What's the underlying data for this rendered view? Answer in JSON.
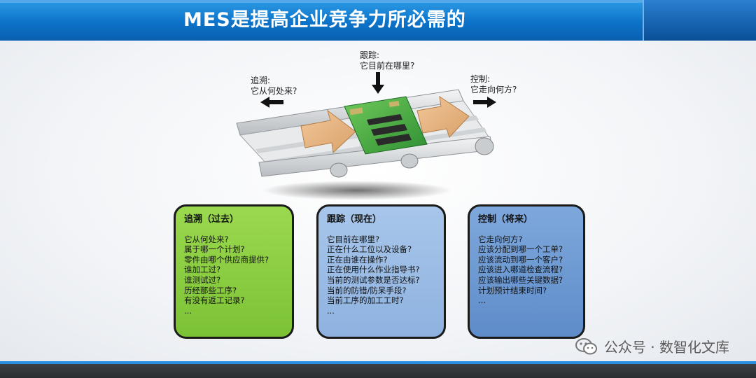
{
  "slide": {
    "title": "MES是提高企业竞争力所必需的"
  },
  "diagram": {
    "trace": {
      "line1": "追溯:",
      "line2": "它从何处来?"
    },
    "track": {
      "line1": "跟踪:",
      "line2": "它目前在哪里?"
    },
    "control": {
      "line1": "控制:",
      "line2": "它走向何方?"
    }
  },
  "boxes": {
    "past": {
      "title": "追溯（过去）",
      "lines": [
        "它从何处来?",
        "属于哪一个计划?",
        "零件由哪个供应商提供?",
        "谁加工过?",
        "谁测试过?",
        "历经那些工序?",
        "有没有返工记录?",
        "..."
      ],
      "color": "#8ccf40"
    },
    "now": {
      "title": "跟踪（现在）",
      "lines": [
        "它目前在哪里?",
        "正在什么工位以及设备?",
        "正在由谁在操作?",
        "正在使用什么作业指导书?",
        "当前的测试参数是否达标?",
        "当前的防错/防呆手段?",
        "当前工序的加工工时?",
        "..."
      ],
      "color": "#9dbde6"
    },
    "future": {
      "title": "控制（将来）",
      "lines": [
        "它走向何方?",
        "应该分配到哪一个工单?",
        "应该流动到哪一个客户?",
        "应该进入哪道检查流程?",
        "应该输出哪些关键数据?",
        "计划预计结束时间?",
        "..."
      ],
      "color": "#6e9ad3"
    }
  },
  "watermark": {
    "text": "公众号 · 数智化文库",
    "icon": "wechat-icon"
  }
}
